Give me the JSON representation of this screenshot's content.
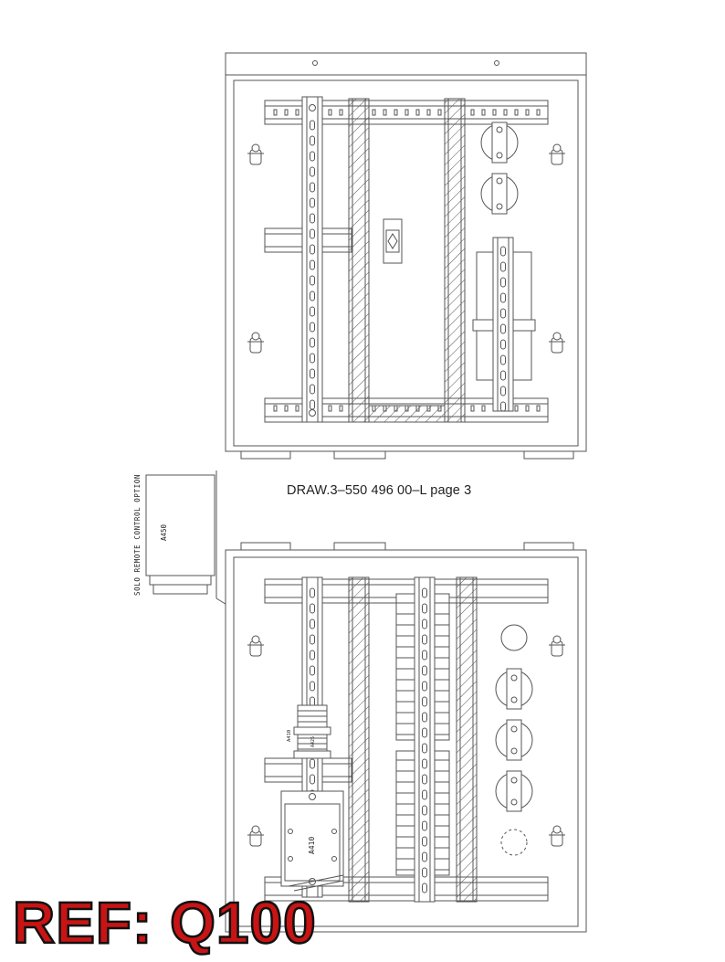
{
  "caption": "DRAW.3–550 496 00–L page 3",
  "reference_stamp": "REF: Q100",
  "option_box": {
    "side_label": "SOLO REMOTE CONTROL OPTION",
    "module_label": "A450"
  },
  "lower_panel": {
    "module_a410_label": "A410",
    "small_label": "A410",
    "stack_label": "A425"
  },
  "colors": {
    "line": "#555555",
    "stamp_fill": "#c81414",
    "stamp_outline": "#111111"
  }
}
